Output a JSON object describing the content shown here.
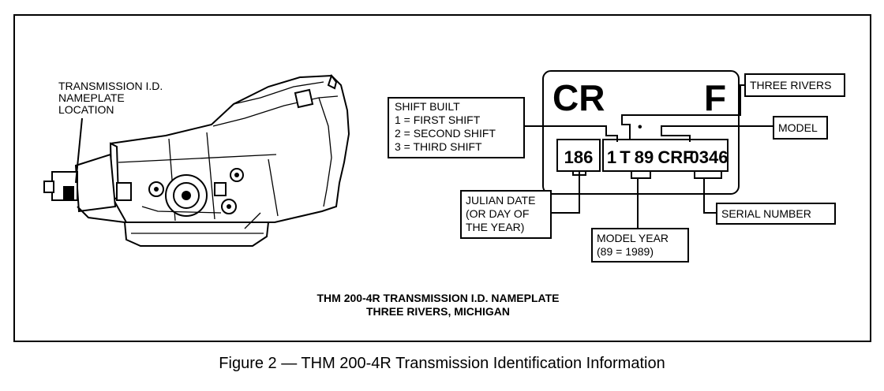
{
  "location_label": [
    "TRANSMISSION I.D.",
    "NAMEPLATE",
    "LOCATION"
  ],
  "plate": {
    "left_code": "CR",
    "right_code": "F",
    "julian": "186",
    "shift": "1",
    "t": "T",
    "year": "89",
    "model": "CRF",
    "serial": "0346",
    "dot": "•"
  },
  "callouts": {
    "shift_built": [
      "SHIFT BUILT",
      "1  =  FIRST SHIFT",
      "2  =  SECOND SHIFT",
      "3  =  THIRD SHIFT"
    ],
    "three_rivers": "THREE RIVERS",
    "model": "MODEL",
    "julian_date": [
      "JULIAN DATE",
      "(OR DAY OF",
      "THE YEAR)"
    ],
    "model_year": [
      "MODEL YEAR",
      "(89 = 1989)"
    ],
    "serial_number": "SERIAL NUMBER"
  },
  "inner_caption": [
    "THM 200-4R TRANSMISSION I.D. NAMEPLATE",
    "THREE RIVERS, MICHIGAN"
  ],
  "figure_caption": "Figure 2 — THM 200-4R Transmission Identification Information"
}
